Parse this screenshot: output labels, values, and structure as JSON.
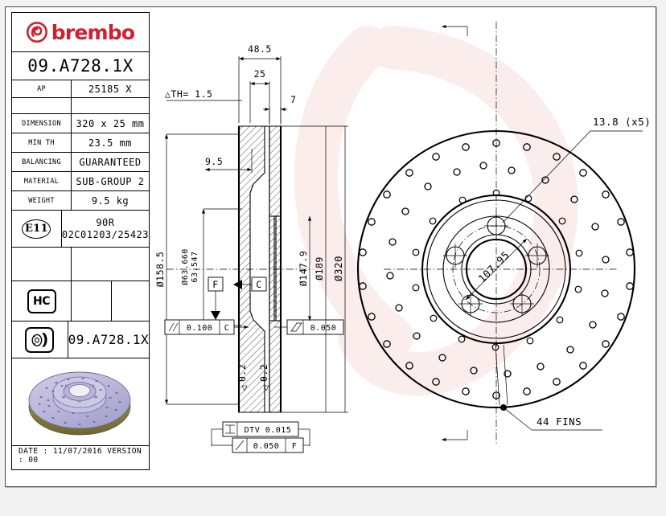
{
  "sheet": {
    "brand": "brembo",
    "part_number": "09.A728.1X",
    "part_number_repeat": "09.A728.1X",
    "footer_date": "DATE : 11/07/2016 VERSION : 00"
  },
  "title_block": {
    "rows": [
      {
        "label": "AP",
        "value": "25185 X"
      },
      {
        "label": "",
        "value": ""
      },
      {
        "label": "DIMENSION",
        "value": "320 x 25 mm"
      },
      {
        "label": "MIN TH",
        "value": "23.5 mm"
      },
      {
        "label": "BALANCING",
        "value": "GUARANTEED"
      },
      {
        "label": "MATERIAL",
        "value": "SUB-GROUP 2"
      },
      {
        "label": "WEIGHT",
        "value": "9.5 kg"
      }
    ],
    "homologation": {
      "badge": "E11",
      "line1": "90R",
      "line2": "02C01203/25423"
    },
    "hc_badge": "HC",
    "pad_icon": "brake-disc-icon"
  },
  "drawing": {
    "section_view": {
      "overall_width": "48.5",
      "hat_width": "25",
      "flange_thickness": "7",
      "delta_th": "△TH= 1.5",
      "hub_offset": "9.5",
      "bore_dia_max": "Ø63.660",
      "bore_dia_min": "63.547",
      "outer_hat_dia": "Ø158.5",
      "inner_friction_dia": "Ø147.9",
      "vent_dia": "Ø189",
      "disc_dia": "Ø320",
      "datum_f": "F",
      "datum_c": "C",
      "tol_parallel": "0.100",
      "tol_parallel_datum": "C",
      "tol_flat": "0.050",
      "tol_dtv": "DTV 0.015",
      "tol_runout": "0.050",
      "tol_runout_datum": "F"
    },
    "face_view": {
      "bolt_hole": "13.8 (x5)",
      "pcd": "107.95",
      "fins": "44 FINS"
    }
  },
  "colors": {
    "brand_red": "#d0202f",
    "line": "#000000",
    "watermark": "#f4cfcb",
    "page_bg": "#f2f2f2"
  }
}
